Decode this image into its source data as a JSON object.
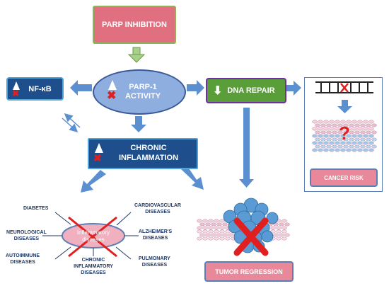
{
  "title": "PARP INHIBITION",
  "nodes": {
    "parp_inhibition": "PARP INHIBITION",
    "nfkb": "NF-κB",
    "parp1_activity": "PARP-1\nACTIVITY",
    "dna_repair": "DNA REPAIR",
    "chronic_inflammation": "CHRONIC\nINFLAMMATION",
    "cancer_risk": "CANCER RISK",
    "tumor_regression": "TUMOR REGRESSION",
    "inflammatory_diseases": "Inflammatory\ndiseases"
  },
  "question_mark": "?",
  "diseases": {
    "diabetes": "DIABETES",
    "cardiovascular": "CARDIOVASCULAR\nDISEASES",
    "neurological": "NEUROLOGICAL\nDISEASES",
    "alzheimers": "ALZHEIMER'S\nDISEASES",
    "autoimmune": "AUTOIMMUNE\nDISEASES",
    "pulmonary": "PULMONARY\nDISEASES",
    "chronic_inflammatory": "CHRONIC\nINFLAMMATORY DISEASES"
  },
  "colors": {
    "parp_inhibition_fill": "#e07080",
    "parp_inhibition_border": "#8bb55a",
    "nfkb_fill": "#1f4e8c",
    "nfkb_border": "#4fa3d9",
    "parp1_fill": "#8eaee0",
    "dna_repair_fill": "#5a9e3a",
    "dna_repair_border": "#7030a0",
    "chronic_fill": "#1f4e8c",
    "chronic_border": "#4fa3d9",
    "label_fill": "#e8889a",
    "label_border": "#5b7fb5",
    "arrow_blue": "#5b8fd0",
    "arrow_green": "#8bc34a",
    "red_x": "#e02020"
  }
}
